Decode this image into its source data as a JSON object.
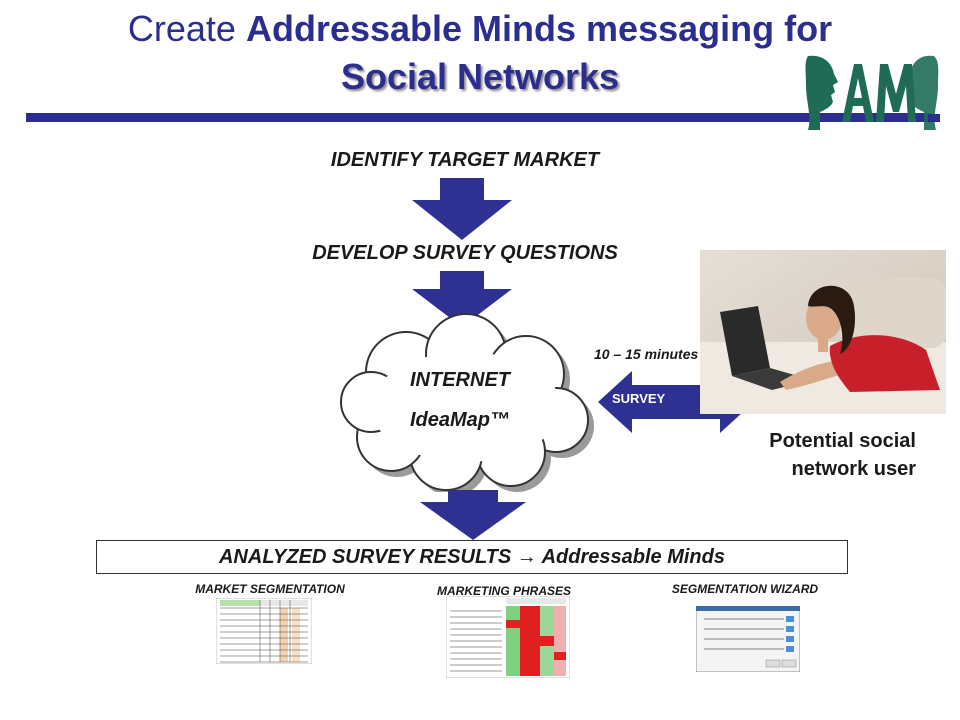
{
  "title": {
    "prefix": "Create ",
    "emphasis": "Addressable Minds messaging for",
    "line2": "Social Networks"
  },
  "steps": {
    "identify": "IDENTIFY  TARGET MARKET",
    "develop": "DEVELOP SURVEY  QUESTIONS"
  },
  "cloud": {
    "line1": "INTERNET",
    "line2": "IdeaMap™"
  },
  "survey": {
    "duration": "10 – 15 minutes",
    "label": "SURVEY"
  },
  "user": {
    "caption_line1": "Potential social",
    "caption_line2": "network user"
  },
  "results": {
    "label": "ANALYZED SURVEY RESULTS → Addressable Minds"
  },
  "outputs": {
    "segmentation": "MARKET SEGMENTATION",
    "phrases": "MARKETING PHRASES",
    "wizard": "SEGMENTATION WIZARD"
  },
  "colors": {
    "brand_blue": "#2b2e8f",
    "arrow_blue": "#2f3192",
    "logo_green": "#1f6b55"
  }
}
